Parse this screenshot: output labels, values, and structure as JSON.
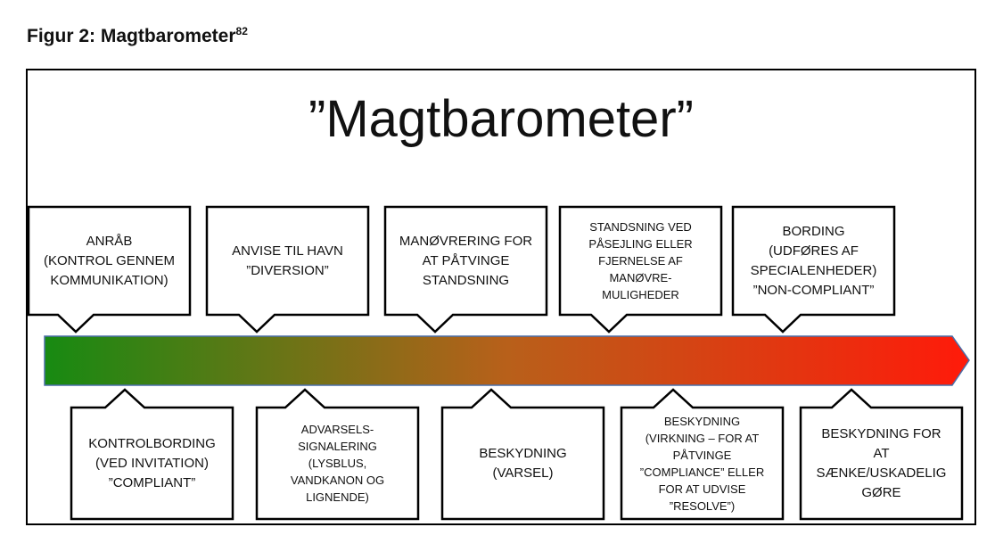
{
  "figure_title": "Figur 2: Magtbarometer",
  "figure_footnote": "82",
  "diagram_title": "”Magtbarometer”",
  "gradient_colors": [
    "#178a12",
    "#b8601a",
    "#ff1a0a"
  ],
  "top_items": [
    {
      "text": "ANRÅB\n(KONTROL GENNEM\nKOMMUNIKATION)"
    },
    {
      "text": "ANVISE TIL HAVN\n”DIVERSION”"
    },
    {
      "text": "MANØVRERING FOR\nAT PÅTVINGE\nSTANDSNING"
    },
    {
      "text": "STANDSNING VED\nPÅSEJLING ELLER\nFJERNELSE AF\nMANØVRE-\nMULIGHEDER"
    },
    {
      "text": "BORDING\n(UDFØRES AF\nSPECIALENHEDER)\n”NON-COMPLIANT”"
    }
  ],
  "bottom_items": [
    {
      "text": "KONTROLBORDING\n(VED INVITATION)\n”COMPLIANT”"
    },
    {
      "text": "ADVARSELS-\nSIGNALERING\n(LYSBLUS,\nVANDKANON OG\nLIGNENDE)"
    },
    {
      "text": "BESKYDNING\n(VARSEL)"
    },
    {
      "text": "BESKYDNING\n(VIRKNING – FOR AT\nPÅTVINGE\n”COMPLIANCE” ELLER\nFOR AT UDVISE\n”RESOLVE”)"
    },
    {
      "text": "BESKYDNING FOR\nAT\nSÆNKE/USKADELIG\nGØRE"
    }
  ]
}
